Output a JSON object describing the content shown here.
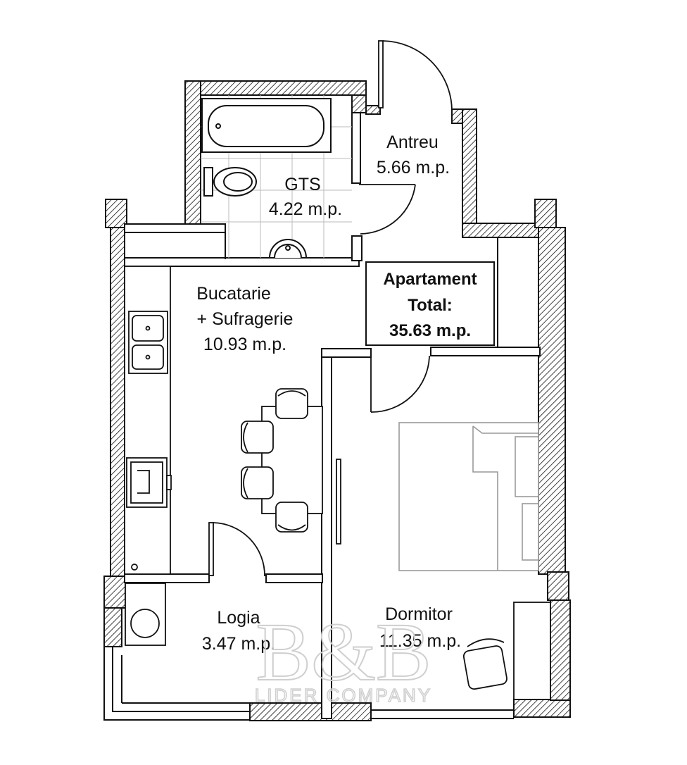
{
  "plan": {
    "rooms": [
      {
        "id": "gts",
        "name": "GTS",
        "area": "4.22 m.p."
      },
      {
        "id": "antreu",
        "name": "Antreu",
        "area": "5.66 m.p."
      },
      {
        "id": "bucatarie",
        "name_line1": "Bucatarie",
        "name_line2": "+ Sufragerie",
        "area": "10.93 m.p."
      },
      {
        "id": "logia",
        "name": "Logia",
        "area": "3.47 m.p."
      },
      {
        "id": "dormitor",
        "name": "Dormitor",
        "area": "11.35 m.p."
      }
    ],
    "total": {
      "line1": "Apartament",
      "line2": "Total:",
      "area": "35.63 m.p."
    }
  },
  "watermark": {
    "logo": "B&B",
    "company": "LIDER COMPANY"
  },
  "colors": {
    "wall": "#111111",
    "hatch": "#111111",
    "background": "#ffffff",
    "watermark": "#cfcfcf"
  }
}
